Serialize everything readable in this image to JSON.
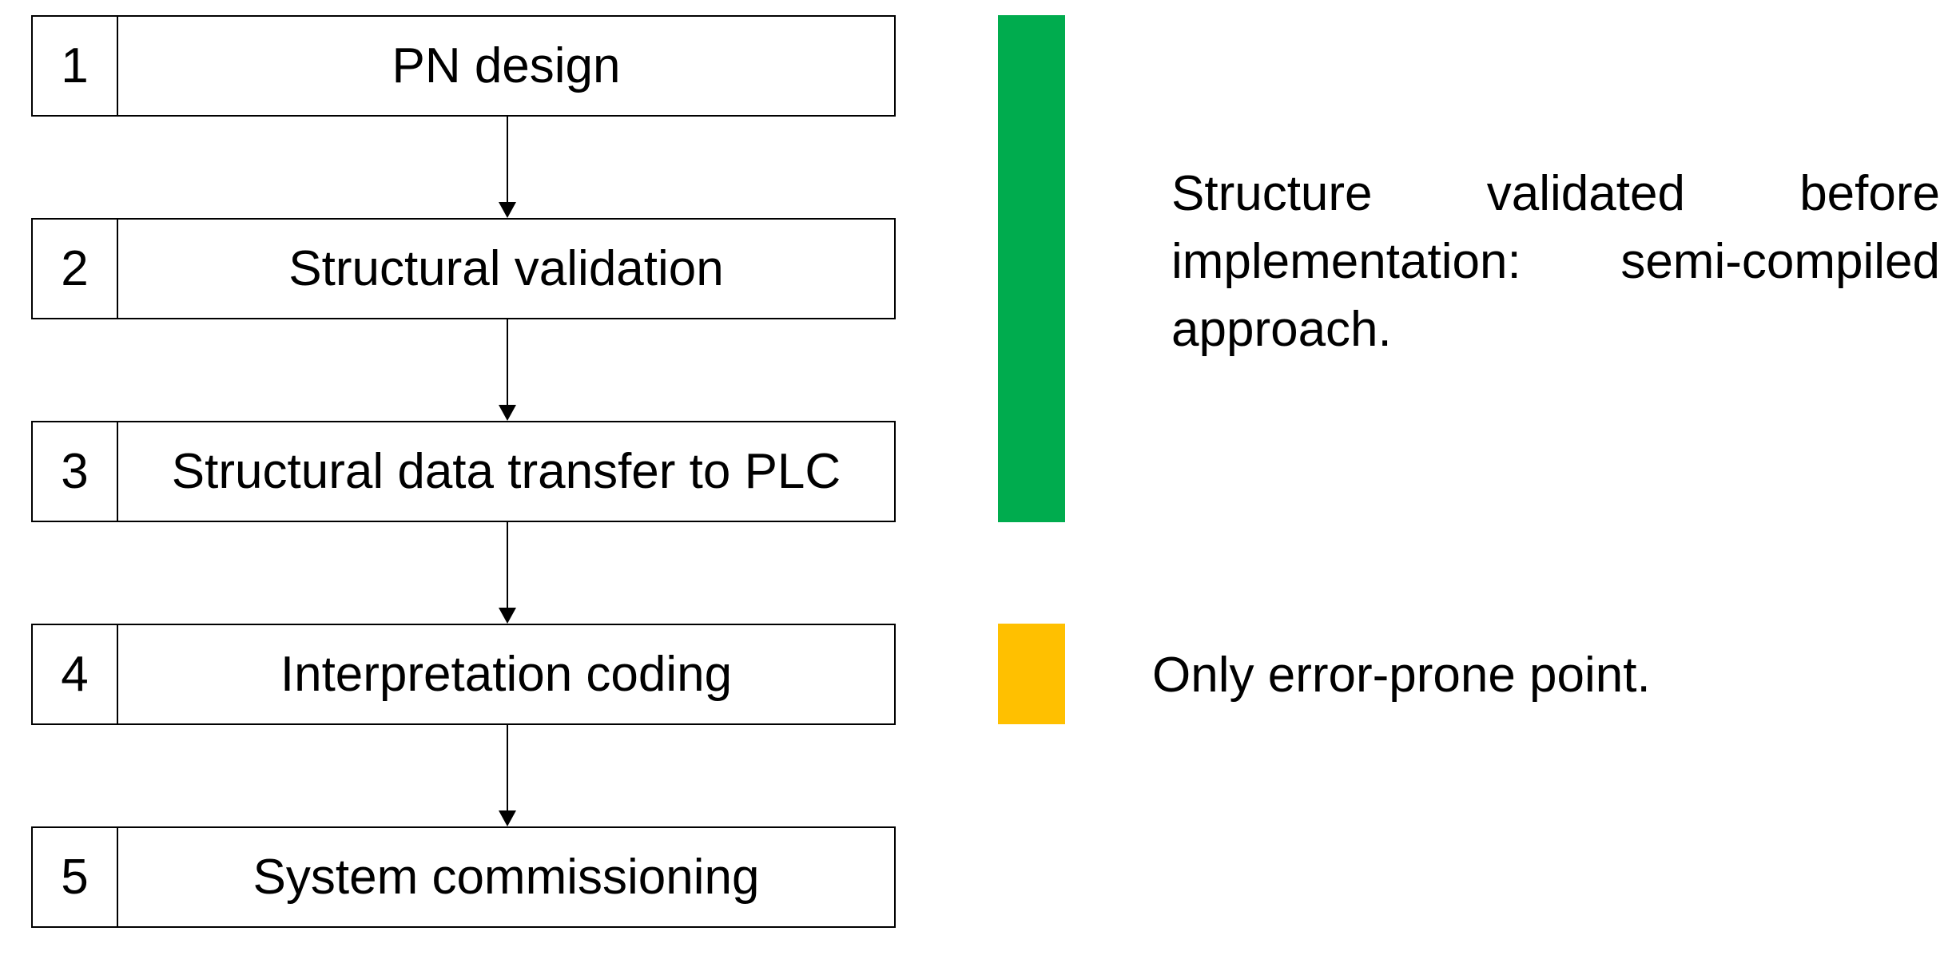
{
  "flow": {
    "steps": [
      {
        "num": "1",
        "label": "PN design"
      },
      {
        "num": "2",
        "label": "Structural validation"
      },
      {
        "num": "3",
        "label": "Structural data transfer to PLC"
      },
      {
        "num": "4",
        "label": "Interpretation coding"
      },
      {
        "num": "5",
        "label": "System commissioning"
      }
    ]
  },
  "annotations": {
    "green": {
      "color": "#00AC4E",
      "spans_steps": "1-3",
      "full_text": "Structure validated before implementation: semi-compiled approach.",
      "lines": [
        "Structure validated before",
        "implementation: semi-compiled",
        "approach."
      ]
    },
    "gold": {
      "color": "#FFC000",
      "spans_steps": "4",
      "text": "Only error-prone point."
    }
  }
}
